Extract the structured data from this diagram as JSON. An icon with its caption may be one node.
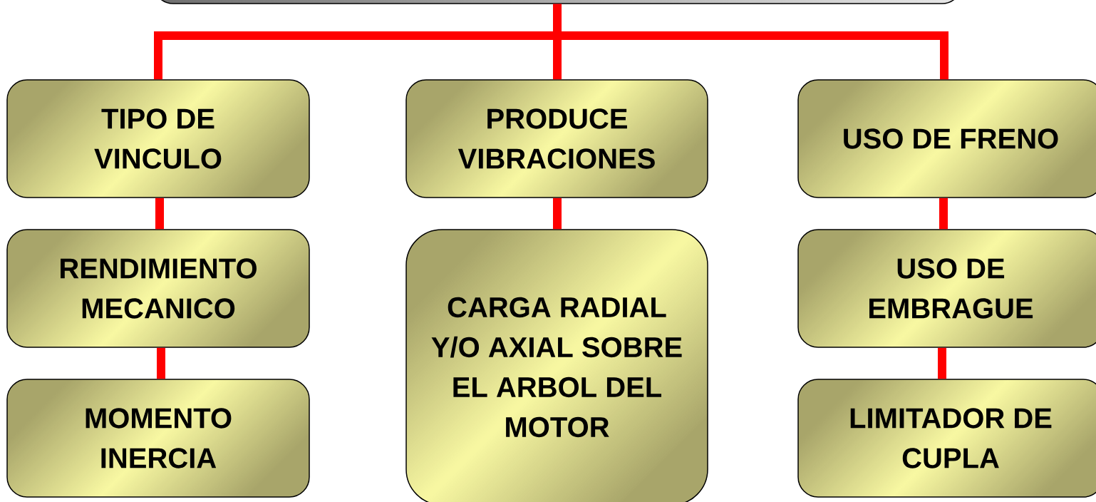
{
  "diagram": {
    "nodes": [
      {
        "text": [],
        "shape": "box"
      },
      {
        "text": [
          "TIPO DE VINCULO"
        ]
      },
      {
        "text": [
          "PRODUCE VIBRACIONES"
        ]
      },
      {
        "text": [
          "USO DE FRENO"
        ]
      },
      {
        "text": [
          "RENDIMIENTO MECANICO"
        ]
      },
      {
        "text": [
          "MOMENTO INERCIA"
        ]
      },
      {
        "text": [
          "CARGA RADIAL Y/O AXIAL SOBRE EL ARBOL DEL MOTOR"
        ]
      },
      {
        "text": [
          "USO DE EMBRAGUE"
        ]
      },
      {
        "text": [
          "LIMITADOR DE CUPLA"
        ]
      }
    ],
    "edges": [
      {
        "from": 0,
        "to": 1,
        "arrow": "none"
      },
      {
        "from": 0,
        "to": 2,
        "arrow": "none"
      },
      {
        "from": 0,
        "to": 3,
        "arrow": "none"
      },
      {
        "from": 1,
        "to": 4,
        "arrow": "none"
      },
      {
        "from": 4,
        "to": 5,
        "arrow": "none"
      },
      {
        "from": 2,
        "to": 6,
        "arrow": "none"
      },
      {
        "from": 3,
        "to": 7,
        "arrow": "none"
      },
      {
        "from": 7,
        "to": 8,
        "arrow": "none"
      }
    ]
  }
}
